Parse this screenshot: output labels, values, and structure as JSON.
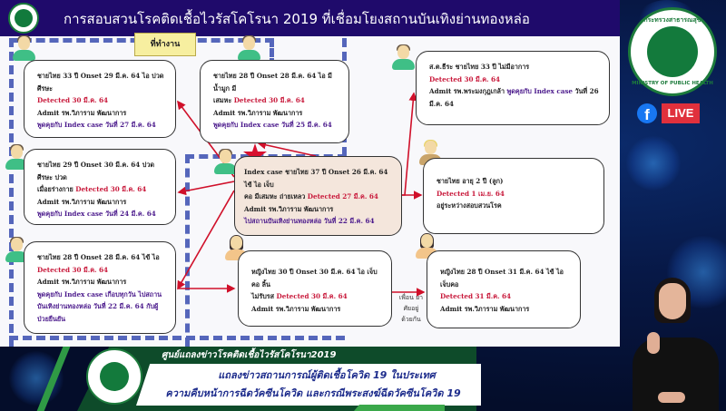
{
  "slide": {
    "title": "การสอบสวนโรคติดเชื้อไวรัสโคโรนา 2019  ที่เชื่อมโยงสถานบันเทิงย่านทองหล่อ",
    "workplace_tag": "ที่ทำงาน",
    "relation_label": "เพื่อน ยาศัยอยู่ ด้วยกัน",
    "index_case": {
      "line1": "Index case ชายไทย 37 ปี Onset 26 มี.ค. 64 ไข้ ไอ เจ็บ",
      "line2_prefix": "คอ มีเสมหะ ถ่ายเหลว ",
      "detected": "Detected 27 มี.ค. 64",
      "admit": "Admit รพ.วิภาราม พัฒนาการ",
      "exposure": "ไปสถานบันเทิงย่านทองหล่อ วันที่ 22 มี.ค. 64"
    },
    "cases": [
      {
        "id": "case-top-left",
        "line1": "ชายไทย 33 ปี Onset 29 มี.ค. 64 ไอ ปวดศีรษะ",
        "line2_prefix": "",
        "detected": "Detected 30 มี.ค. 64",
        "admit": "Admit รพ.วิภาราม พัฒนาการ",
        "contact": "พูดคุยกับ Index case วันที่ 27 มี.ค. 64"
      },
      {
        "id": "case-top-middle",
        "line1": "ชายไทย 28 ปี Onset 28 มี.ค. 64 ไอ มีน้ำมูก มี",
        "line2_prefix": "เสมหะ ",
        "detected": "Detected 30 มี.ค. 64",
        "admit": "Admit รพ.วิภาราม พัฒนาการ",
        "contact": "พูดคุยกับ Index case วันที่ 25 มี.ค. 64"
      },
      {
        "id": "case-middle-left",
        "line1": "ชายไทย 29 ปี Onset 30 มี.ค. 64 ปวดศีรษะ ปวด",
        "line2_prefix": "เมื่อยร่างกาย ",
        "detected": "Detected 30 มี.ค. 64",
        "admit": "Admit รพ.วิภาราม พัฒนาการ",
        "contact": "พูดคุยกับ Index case วันที่ 24 มี.ค. 64"
      },
      {
        "id": "case-bottom-left",
        "line1": "ชายไทย 28 ปี Onset 28 มี.ค. 64 ไข้ ไอ",
        "line2_prefix": "",
        "detected": "Detected 30 มี.ค. 64",
        "admit": "Admit รพ.วิภาราม พัฒนาการ",
        "contact": "พูดคุยกับ Index case เกือบทุกวัน ไปสถานบันเทิงย่านทองหล่อ วันที่ 22 มี.ค. 64  กับผู้ป่วยยืนยัน"
      },
      {
        "id": "case-top-right",
        "line1": "ส.ต.ธีระ ชายไทย 33 ปี ไม่มีอาการ",
        "line2_prefix": "",
        "detected": "Detected 30 มี.ค. 64",
        "admit_prefix": "Admit รพ.พระมงกุฎเกล้า ",
        "contact": "พูดคุยกับ Index case",
        "contact_suffix": " วันที่ 26 มี.ค. 64"
      },
      {
        "id": "case-child",
        "line1": "ชายไทย อายุ 2 ปี (ลูก)",
        "detected": "Detected 1 เม.ย. 64",
        "status": "อยู่ระหว่างสอบสวนโรค"
      },
      {
        "id": "case-female-30",
        "line1": "หญิงไทย 30 ปี Onset 30 มี.ค. 64 ไอ เจ็บคอ ลิ้น",
        "line2_prefix": "ไม่รับรส ",
        "detected": "Detected 30 มี.ค. 64",
        "admit": "Admit รพ.วิภาราม พัฒนาการ"
      },
      {
        "id": "case-female-28",
        "line1": "หญิงไทย 28 ปี Onset 31 มี.ค. 64 ไข้ ไอ เจ็บคอ",
        "detected": "Detected 31 มี.ค. 64",
        "admit": "Admit รพ.วิภาราม พัฒนาการ"
      }
    ]
  },
  "branding": {
    "moph_top": "กระทรวงสาธารณสุข",
    "moph_bottom": "MINISTRY OF PUBLIC HEALTH",
    "facebook_glyph": "f",
    "live_badge": "LIVE"
  },
  "lower_third": {
    "headline": "ศูนย์แถลงข่าวโรคติดเชื้อไวรัสโคโรนา2019",
    "line1": "แถลงข่าวสถานการณ์ผู้ติดเชื้อโควิด 19 ในประเทศ",
    "line2": "ความคืบหน้าการฉีดวัคซีนโควิด และกรณีพระสงฆ์ฉีดวัคซีนโควิด 19"
  },
  "colors": {
    "header": "#1f0a6b",
    "detected_red": "#c8183a",
    "contact_purple": "#4b1a8c",
    "arrow_red": "#d0102a",
    "dash_blue": "#5566bb",
    "index_fill": "#f4e6dc"
  }
}
